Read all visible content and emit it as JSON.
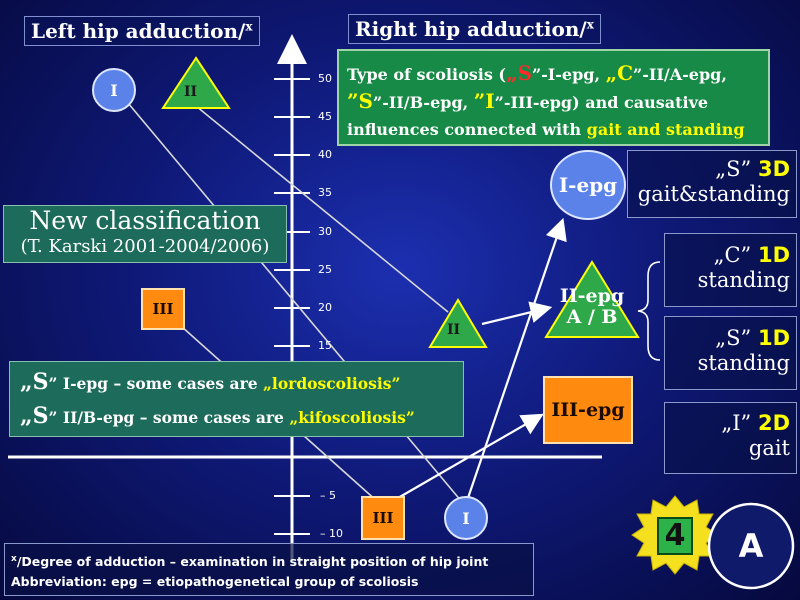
{
  "headers": {
    "left": "Left hip adduction/",
    "left_sup": "x",
    "right": "Right hip adduction/",
    "right_sup": "x"
  },
  "axis_ticks": [
    "50",
    "45",
    "40",
    "35",
    "30",
    "25",
    "20",
    "15",
    "– 5",
    "– 10"
  ],
  "type_box": {
    "line1_a": "Type of scoliosis (",
    "line1_s": "„S",
    "line1_b": "”-I-epg, ",
    "line1_c": "„C",
    "line1_d": "”-II/A-epg,",
    "line2_s": "”S",
    "line2_a": "”-II/B-epg, ",
    "line2_i": "”I",
    "line2_b": "”-III-epg) and causative",
    "line3_a": "influences connected with ",
    "line3_b": "gait and standing"
  },
  "classification": {
    "title": "New classification",
    "author": "(T. Karski 2001-2004/2006)"
  },
  "notes": {
    "line1_s": "„S",
    "line1_text": "”  I-epg –   some cases are ",
    "line1_y": "„lordoscoliosis”",
    "line2_s": "„S",
    "line2_text": "” II/B-epg – some cases are ",
    "line2_y": "„kifoscoliosis”"
  },
  "markers": {
    "left_I": "I",
    "left_II": "II",
    "left_III": "III",
    "right_II": "II",
    "bottom_III": "III",
    "bottom_I": "I"
  },
  "groups": {
    "i_epg": "I-epg",
    "ii_epg_line1": "II-epg",
    "ii_epg_line2": "A / B",
    "iii_epg": "III-epg"
  },
  "types": [
    {
      "q": "„S”",
      "d": "3D",
      "t": "gait&standing"
    },
    {
      "q": "„C”",
      "d": "1D",
      "t": "standing"
    },
    {
      "q": "„S”",
      "d": "1D",
      "t": "standing"
    },
    {
      "q": "„I”",
      "d": "2D",
      "t": "gait"
    }
  ],
  "footnote": {
    "line1_sup": "x",
    "line1": "/Degree of adduction – examination in straight position of hip joint",
    "line2": "Abbreviation: epg = etiopathogenetical group of scoliosis"
  },
  "badges": {
    "number": "4",
    "letter": "A"
  },
  "colors": {
    "accent_yellow": "#ffff00",
    "green_box": "#168a46",
    "orange": "#ff8a10",
    "circle_blue": "#5a82e8",
    "triangle_green": "#2fa84a",
    "star_yellow": "#f5e020"
  }
}
